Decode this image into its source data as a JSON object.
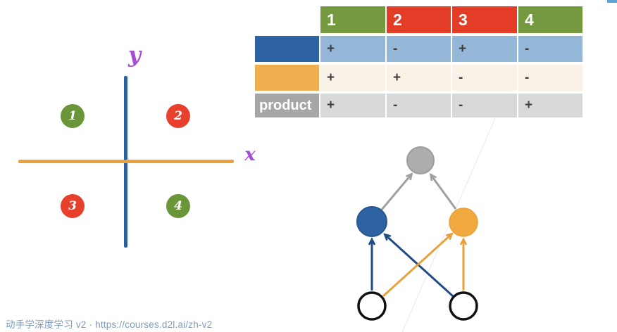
{
  "slide": {
    "footer": {
      "course": "动手学深度学习 v2",
      "separator": " · ",
      "url": "https://courses.d2l.ai/zh-v2"
    }
  },
  "colors": {
    "header_green": "#75993e",
    "header_red": "#e33d28",
    "swatch_blue": "#2d62a3",
    "swatch_orange": "#f0b052",
    "cell_light_blue": "#94b6d7",
    "cell_cream": "#faf1e7",
    "cell_gray": "#d9d9d9",
    "product_label_gray": "#a6a6a6",
    "axis_blue": "#2e5f9d",
    "axis_orange": "#e9a33e",
    "purple_label": "#a84cd6",
    "point_green": "#6a9538",
    "point_red": "#e7402c",
    "nn_gray": "#adadad",
    "nn_gray_stroke": "#9c9c9c",
    "nn_blue": "#2d62a3",
    "nn_orange": "#efa93f",
    "nn_input_stroke": "#111111",
    "footer_blue": "#7d9cbd",
    "top_marker_blue": "#5aa5d6"
  },
  "quadrant_plot": {
    "y_label": "y",
    "x_label": "x",
    "points": [
      {
        "label": "1",
        "quadrant": "top-left",
        "color": "green"
      },
      {
        "label": "2",
        "quadrant": "top-right",
        "color": "red"
      },
      {
        "label": "3",
        "quadrant": "bottom-left",
        "color": "red"
      },
      {
        "label": "4",
        "quadrant": "bottom-right",
        "color": "green"
      }
    ]
  },
  "sign_table": {
    "columns": [
      {
        "label": "1",
        "color": "green"
      },
      {
        "label": "2",
        "color": "red"
      },
      {
        "label": "3",
        "color": "red"
      },
      {
        "label": "4",
        "color": "green"
      }
    ],
    "rows": [
      {
        "label": "",
        "swatch": "blue",
        "cells": [
          "+",
          "-",
          "+",
          "-"
        ]
      },
      {
        "label": "",
        "swatch": "orange",
        "cells": [
          "+",
          "+",
          "-",
          "-"
        ]
      },
      {
        "label": "product",
        "swatch": "gray",
        "cells": [
          "+",
          "-",
          "-",
          "+"
        ]
      }
    ]
  },
  "network": {
    "nodes": [
      {
        "id": "output",
        "color": "gray"
      },
      {
        "id": "hidden-blue",
        "color": "blue"
      },
      {
        "id": "hidden-orange",
        "color": "orange"
      },
      {
        "id": "input-left",
        "color": "white"
      },
      {
        "id": "input-right",
        "color": "white"
      }
    ],
    "edges": [
      {
        "from": "hidden-blue",
        "to": "output",
        "color": "gray"
      },
      {
        "from": "hidden-orange",
        "to": "output",
        "color": "gray"
      },
      {
        "from": "input-left",
        "to": "hidden-blue",
        "color": "blue"
      },
      {
        "from": "input-right",
        "to": "hidden-blue",
        "color": "blue"
      },
      {
        "from": "input-left",
        "to": "hidden-orange",
        "color": "orange"
      },
      {
        "from": "input-right",
        "to": "hidden-orange",
        "color": "orange"
      }
    ]
  }
}
